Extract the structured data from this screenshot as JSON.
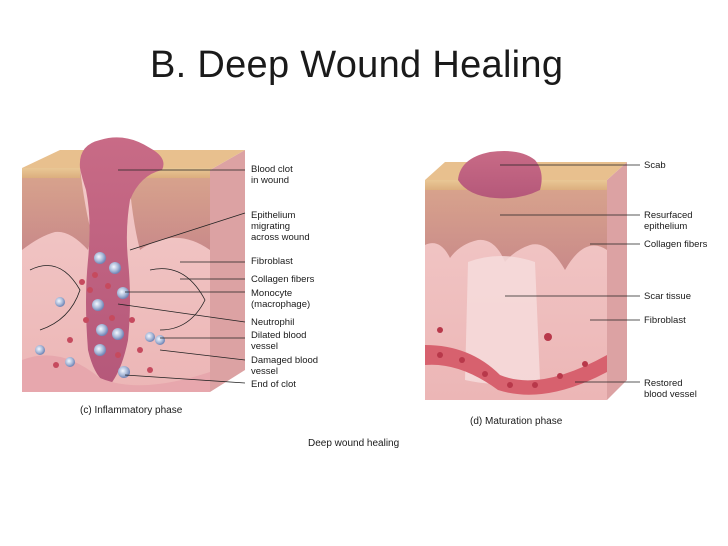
{
  "slide": {
    "title": "B. Deep Wound Healing"
  },
  "figure": {
    "caption": "Deep wound healing",
    "panel_c": {
      "caption": "(c) Inflammatory phase",
      "labels": [
        [
          "Blood clot",
          "in wound"
        ],
        [
          "Epithelium",
          "migrating",
          "across wound"
        ],
        [
          "Fibroblast"
        ],
        [
          "Collagen fibers"
        ],
        [
          "Monocyte",
          "(macrophage)"
        ],
        [
          "Neutrophil"
        ],
        [
          "Dilated blood",
          "vessel"
        ],
        [
          "Damaged blood",
          "vessel"
        ],
        [
          "End of clot"
        ]
      ]
    },
    "panel_d": {
      "caption": "(d) Maturation phase",
      "labels": [
        [
          "Scab"
        ],
        [
          "Resurfaced",
          "epithelium"
        ],
        [
          "Collagen fibers"
        ],
        [
          "Scar tissue"
        ],
        [
          "Fibroblast"
        ],
        [
          "Restored",
          "blood vessel"
        ]
      ]
    }
  }
}
